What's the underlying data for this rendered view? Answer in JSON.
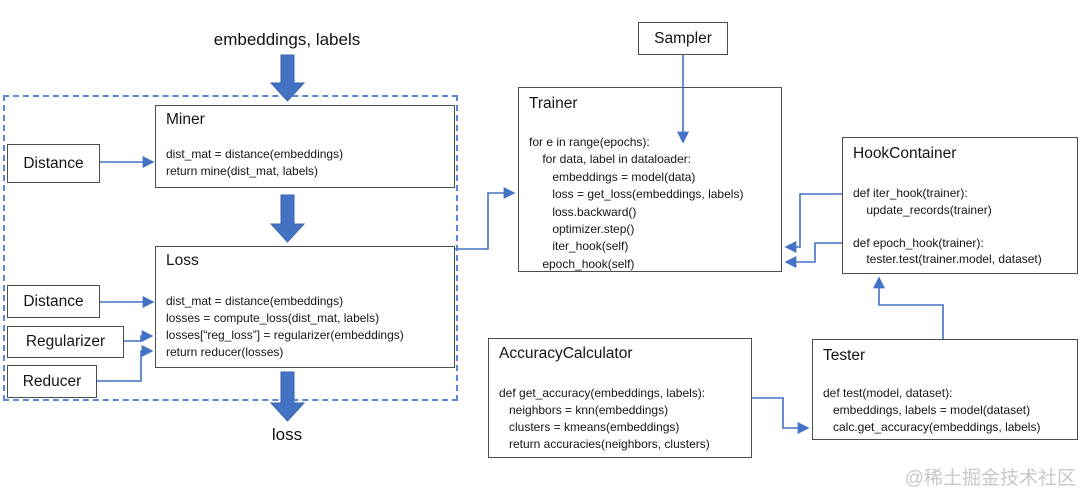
{
  "diagram": {
    "input_label": "embeddings, labels",
    "output_label": "loss",
    "sampler": {
      "title": "Sampler"
    },
    "distance_top": {
      "label": "Distance"
    },
    "distance_bottom": {
      "label": "Distance"
    },
    "regularizer": {
      "label": "Regularizer"
    },
    "reducer": {
      "label": "Reducer"
    },
    "miner": {
      "title": "Miner",
      "code": [
        "dist_mat = distance(embeddings)",
        "return mine(dist_mat, labels)"
      ]
    },
    "loss_box": {
      "title": "Loss",
      "code": [
        "dist_mat = distance(embeddings)",
        "losses = compute_loss(dist_mat, labels)",
        "losses[“reg_loss”] = regularizer(embeddings)",
        "return reducer(losses)"
      ]
    },
    "trainer": {
      "title": "Trainer",
      "code": [
        "for e in range(epochs):",
        "    for data, label in dataloader:",
        "       embeddings = model(data)",
        "       loss = get_loss(embeddings, labels)",
        "       loss.backward()",
        "       optimizer.step()",
        "       iter_hook(self)",
        "    epoch_hook(self)"
      ]
    },
    "hook_container": {
      "title": "HookContainer",
      "code": [
        "def iter_hook(trainer):",
        "    update_records(trainer)",
        "",
        "def epoch_hook(trainer):",
        "    tester.test(trainer.model, dataset)"
      ]
    },
    "accuracy_calculator": {
      "title": "AccuracyCalculator",
      "code": [
        "def get_accuracy(embeddings, labels):",
        "   neighbors = knn(embeddings)",
        "   clusters = kmeans(embeddings)",
        "   return accuracies(neighbors, clusters)"
      ]
    },
    "tester": {
      "title": "Tester",
      "code": [
        "def test(model, dataset):",
        "   embeddings, labels = model(dataset)",
        "   calc.get_accuracy(embeddings, labels)"
      ]
    }
  },
  "watermark": "@稀土掘金技术社区",
  "colors": {
    "connector_blue": "#4472c4",
    "block_arrow_blue": "#4472c4",
    "box_border_gray": "#4d4d4d",
    "dashed_border_blue": "#5b87d6",
    "watermark_gray": "#c8c8c8"
  }
}
